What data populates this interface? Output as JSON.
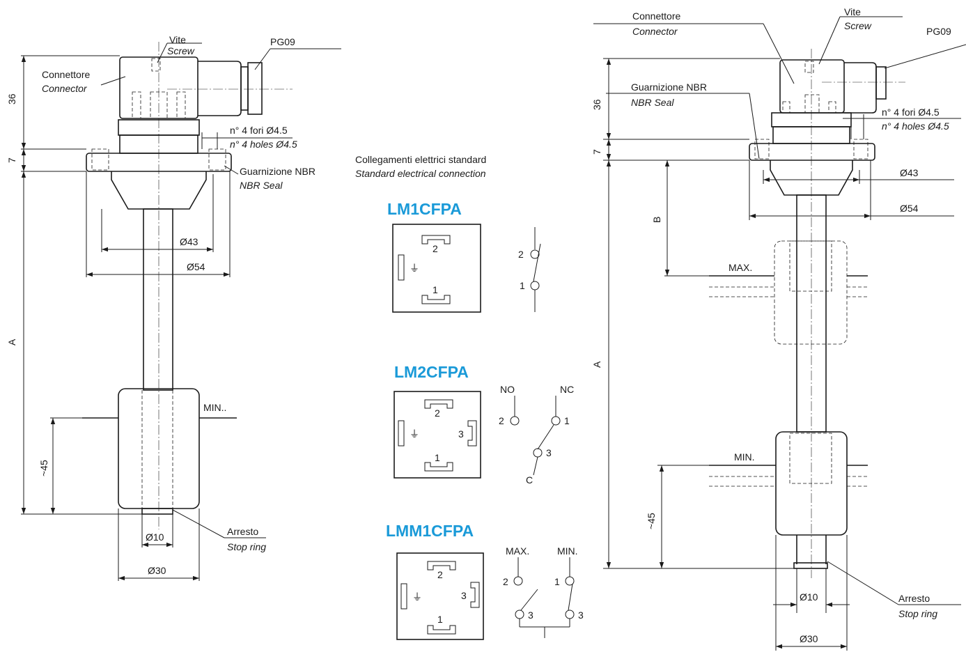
{
  "left_drawing": {
    "screw_it": "Vite",
    "screw_en": "Screw",
    "pg": "PG09",
    "connector_it": "Connettore",
    "connector_en": "Connector",
    "holes_it": "n° 4 fori Ø4.5",
    "holes_en": "n° 4 holes Ø4.5",
    "seal_it": "Guarnizione NBR",
    "seal_en": "NBR Seal",
    "dim_36": "36",
    "dim_7": "7",
    "dim_A": "A",
    "dim_45": "~45",
    "d43": "Ø43",
    "d54": "Ø54",
    "d10": "Ø10",
    "d30": "Ø30",
    "min": "MIN..",
    "stop_it": "Arresto",
    "stop_en": "Stop ring"
  },
  "center": {
    "title_it": "Collegamenti elettrici standard",
    "title_en": "Standard electrical connection",
    "accent_color": "#1a9ad8",
    "models": [
      {
        "name": "LM1CFPA",
        "pins": [
          "2",
          "1"
        ],
        "switch_labels": [
          "2",
          "1"
        ]
      },
      {
        "name": "LM2CFPA",
        "pins": [
          "2",
          "3",
          "1"
        ],
        "switch_labels": [
          "NO",
          "NC",
          "2",
          "1",
          "3",
          "C"
        ]
      },
      {
        "name": "LMM1CFPA",
        "pins": [
          "2",
          "3",
          "1"
        ],
        "switch_labels": [
          "MAX.",
          "MIN.",
          "2",
          "1",
          "3",
          "3"
        ]
      }
    ]
  },
  "right_drawing": {
    "connector_it": "Connettore",
    "connector_en": "Connector",
    "screw_it": "Vite",
    "screw_en": "Screw",
    "pg": "PG09",
    "seal_it": "Guarnizione NBR",
    "seal_en": "NBR Seal",
    "holes_it": "n° 4 fori Ø4.5",
    "holes_en": "n° 4 holes Ø4.5",
    "dim_36": "36",
    "dim_7": "7",
    "dim_B": "B",
    "dim_A": "A",
    "dim_45": "~45",
    "d43": "Ø43",
    "d54": "Ø54",
    "d10": "Ø10",
    "d30": "Ø30",
    "max": "MAX.",
    "min": "MIN.",
    "stop_it": "Arresto",
    "stop_en": "Stop ring"
  }
}
